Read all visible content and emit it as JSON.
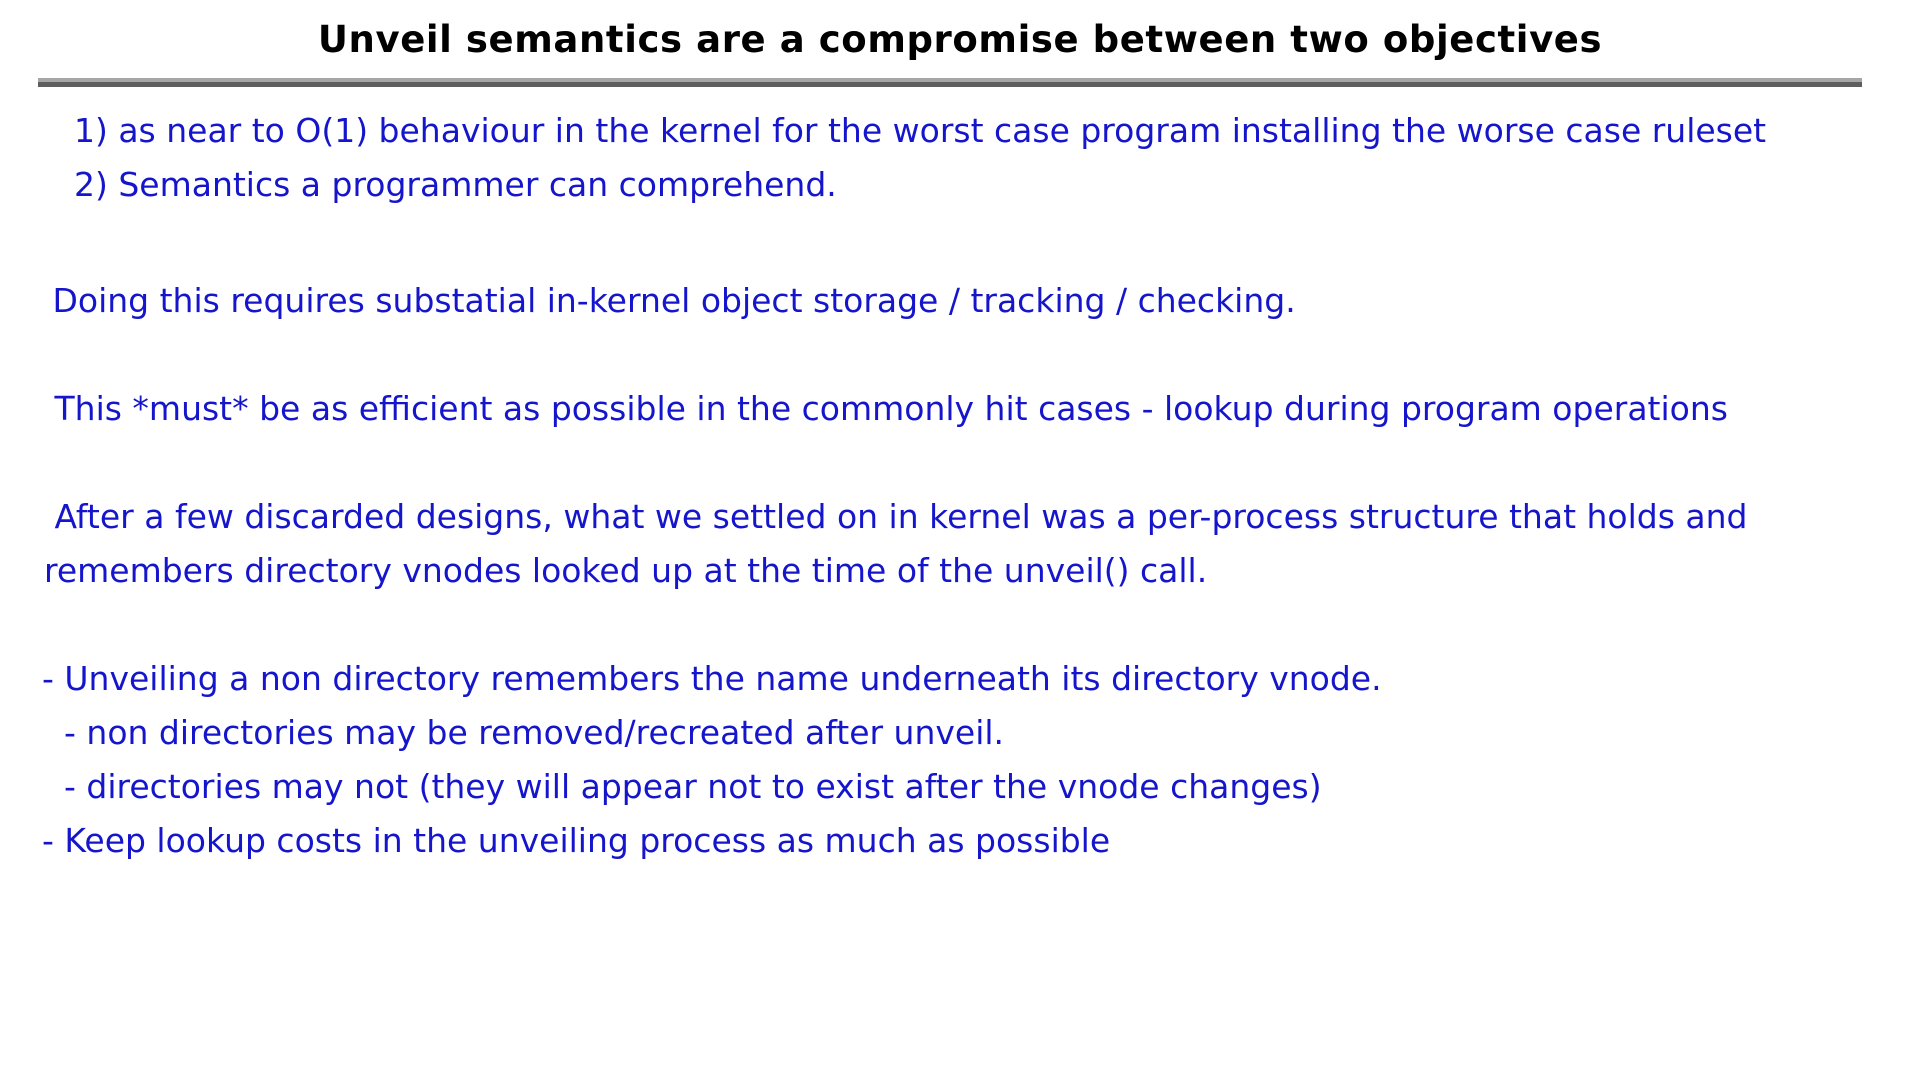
{
  "slide": {
    "title": "Unveil semantics are a compromise between two objectives",
    "title_color": "#000000",
    "body_color": "#1515CC",
    "background_color": "#FFFFFF",
    "rule": {
      "top_color": "#A6A6A6",
      "bottom_color": "#5E5E5E"
    },
    "body": {
      "objective_1": "    1) as near to O(1) behaviour in the kernel for the worst case program installing the worse case ruleset",
      "objective_2": "    2) Semantics a programmer can comprehend.",
      "storage_note": " Doing this requires substatial in-kernel object storage / tracking / checking.",
      "efficiency_note": " This *must* be as efficient as possible in the commonly hit cases - lookup during program operations",
      "design_note": " After a few discarded designs, what we settled on in kernel was a per-process structure that holds and remembers directory vnodes looked up at the time of the unveil() call.",
      "bullets": [
        "- Unveiling a non directory remembers the name underneath its directory vnode.",
        "- non directories may be removed/recreated after unveil.",
        "- directories may not (they will appear not to exist after the vnode changes)",
        "- Keep lookup costs in the unveiling process as much as possible"
      ]
    }
  }
}
